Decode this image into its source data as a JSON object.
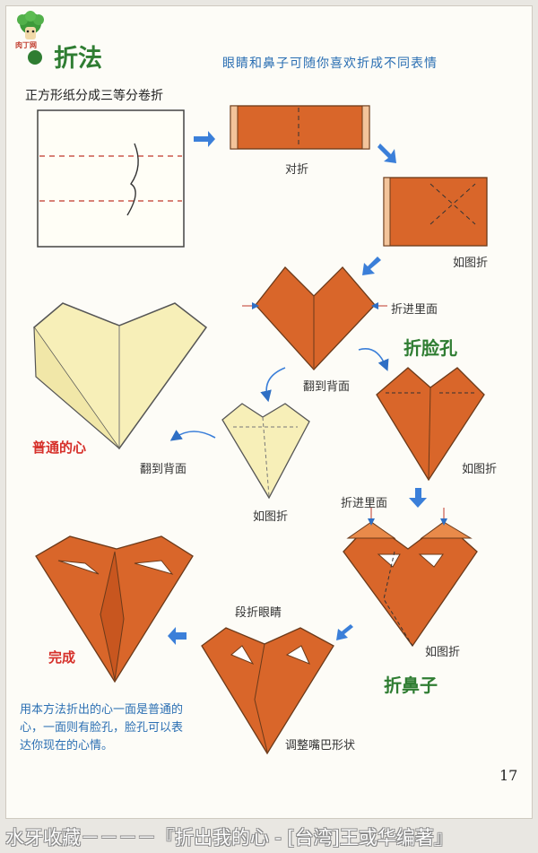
{
  "logo": {
    "text": "肉丁网",
    "icon": "broccoli-icon"
  },
  "section_title": "折法",
  "top_note": "眼睛和鼻子可随你喜欢折成不同表情",
  "steps": {
    "s0": "正方形纸分成三等分卷折",
    "s1": "对折",
    "s2": "如图折",
    "s3": "折进里面",
    "s4": "翻到背面",
    "s5": "如图折",
    "s6": "翻到背面",
    "s7": "如图折",
    "s8": "折进里面",
    "s9": "如图折",
    "s10": "段折眼睛",
    "s11": "调整嘴巴形状"
  },
  "headings": {
    "face_holes": "折脸孔",
    "nose": "折鼻子"
  },
  "results": {
    "plain": "普通的心",
    "done": "完成"
  },
  "bottom_note": "用本方法折出的心一面是普通的心，一面则有脸孔，脸孔可以表达你现在的心情。",
  "page_number": "17",
  "footer": "水牙收藏－－－－『折出我的心 - [台湾]王或华编著』",
  "colors": {
    "orange": "#d9662a",
    "cream": "#f7efb8",
    "arrow": "#3b7fd9",
    "green": "#2f7d32",
    "red": "#d6302a"
  }
}
